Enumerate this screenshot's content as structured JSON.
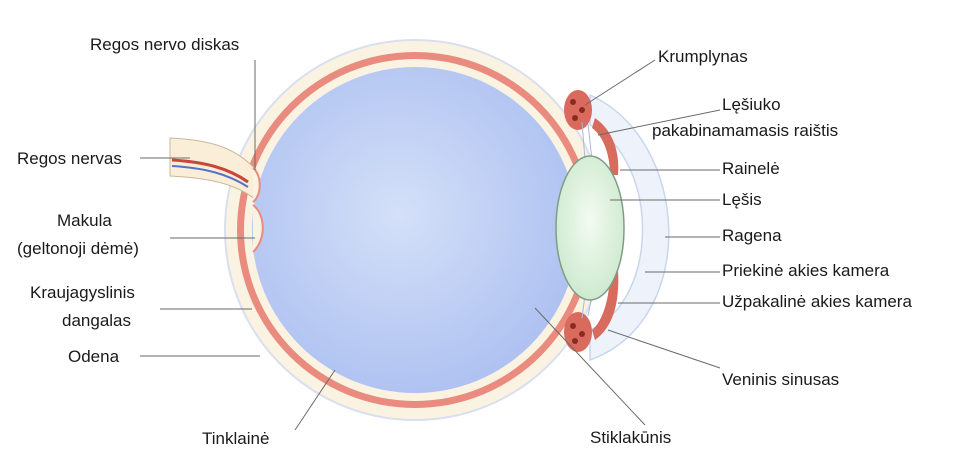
{
  "diagram": {
    "labels": {
      "optic_disc": "Regos nervo diskas",
      "optic_nerve": "Regos nervas",
      "macula_line1": "Makula",
      "macula_line2": "(geltonoji dėmė)",
      "choroid_line1": "Kraujagyslinis",
      "choroid_line2": "dangalas",
      "sclera": "Odena",
      "retina": "Tinklainė",
      "ciliary_body": "Krumplynas",
      "zonule_line1": "Lęšiuko",
      "zonule_line2": "pakabinamamasis raištis",
      "iris": "Rainelė",
      "lens": "Lęšis",
      "cornea": "Ragena",
      "anterior_chamber": "Priekinė akies kamera",
      "posterior_chamber": "Užpakalinė akies kamera",
      "venous_sinus": "Veninis sinusas",
      "vitreous_body": "Stiklakūnis"
    },
    "colors": {
      "sclera": "#fbf3e2",
      "choroid": "#e98b7e",
      "vitreous": "#c7d6f5",
      "lens": "#e3f4e3",
      "cornea": "#eef3fb",
      "nerve": "#fbeed8"
    }
  }
}
